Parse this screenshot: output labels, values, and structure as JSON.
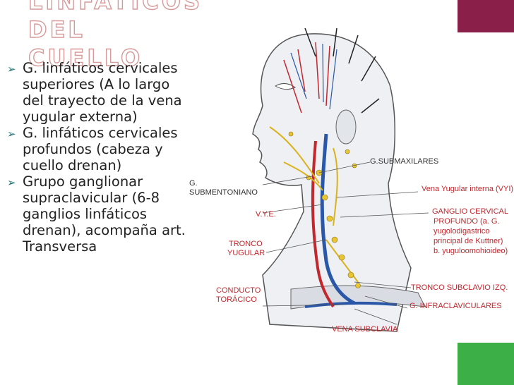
{
  "title_lines": [
    "LINFÁTICOS DEL",
    "CUELLO"
  ],
  "bullets": [
    {
      "icon": "triangle-arrow-icon",
      "text": "G. linfáticos cervicales superiores (A lo largo del trayecto de la vena yugular externa)"
    },
    {
      "icon": "triangle-arrow-icon",
      "text": "G. linfáticos cervicales profundos (cabeza y cuello drenan)"
    },
    {
      "icon": "triangle-arrow-icon",
      "text": "Grupo ganglionar supraclavicular (6-8 ganglios linfáticos drenan), acompaña art. Transversa"
    }
  ],
  "figure": {
    "labels": {
      "submaxilares": "G.SUBMAXILARES",
      "g": "G.",
      "submentoniano": "SUBMENTONIANO",
      "vye": "V.Y.E.",
      "tronco1": "TRONCO",
      "tronco2": "YUGULAR",
      "conducto1": "CONDUCTO",
      "conducto2": "TORÁCICO",
      "vena_yugular": "Vena Yugular interna (VYI)",
      "ganglio1": "GANGLIO CERVICAL",
      "ganglio2": "PROFUNDO (a. G.",
      "ganglio3": "yugolodigastrico",
      "ganglio4": "principal de Kuttner)",
      "ganglio5": "b. yuguloomohioideo)",
      "tronco_subclavio": "TRONCO SUBCLAVIO IZQ.",
      "infraclaviculares": "G. INFRACLAVICULARES",
      "vena_subclavia": "VENA SUBCLAVIA"
    }
  },
  "colors": {
    "title_outline": "#d69a9a",
    "accent_top": "#8a1f4a",
    "accent_bottom": "#3cb046",
    "label_red": "#c1272d"
  }
}
